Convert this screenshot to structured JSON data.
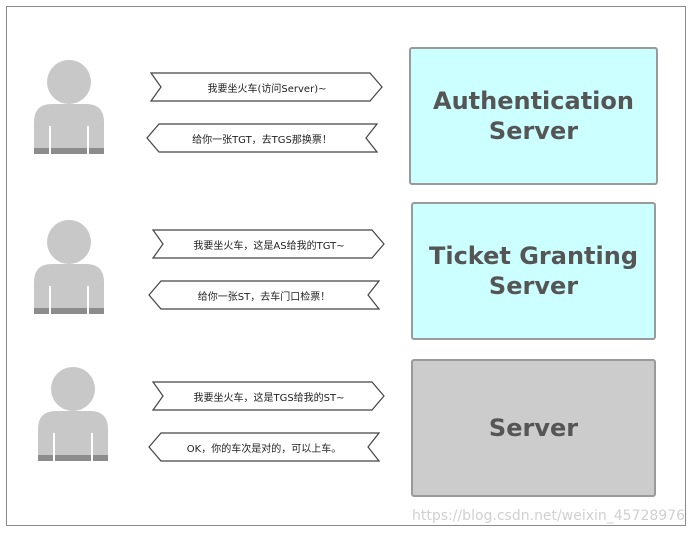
{
  "rows": [
    {
      "request": "我要坐火车(访问Server)~",
      "response": "给你一张TGT，去TGS那换票！",
      "server": "Authentication\nServer",
      "server_color": "#ccffff"
    },
    {
      "request": "我要坐火车，这是AS给我的TGT~",
      "response": "给你一张ST，去车门口检票！",
      "server": "Ticket Granting\nServer",
      "server_color": "#ccffff"
    },
    {
      "request": "我要坐火车，这是TGS给我的ST~",
      "response": "OK，你的车次是对的，可以上车。",
      "server": "Server",
      "server_color": "#cccccc"
    }
  ],
  "icons": {
    "user": "user-icon"
  },
  "watermark": "https://blog.csdn.net/weixin_45728976"
}
